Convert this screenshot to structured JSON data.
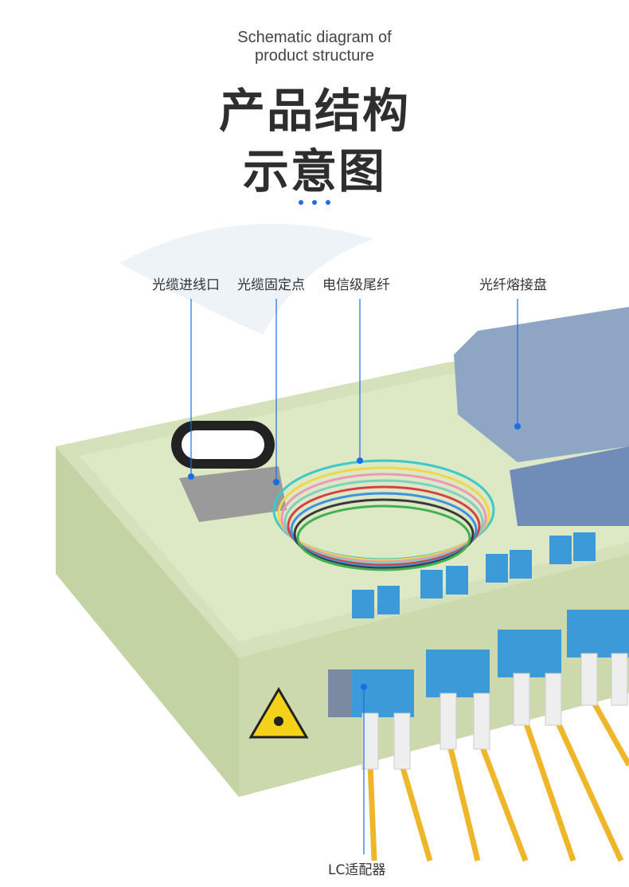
{
  "header": {
    "subtitle_en_line1": "Schematic diagram of",
    "subtitle_en_line2": "product structure",
    "title_cn_line1": "产品结构",
    "title_cn_line2": "示意图"
  },
  "labels": {
    "cable_entry": "光缆进线口",
    "cable_fixing_point": "光缆固定点",
    "telecom_pigtail": "电信级尾纤",
    "splice_tray": "光纤熔接盘",
    "lc_adapter": "LC适配器"
  },
  "colors": {
    "accent": "#1a6ce8",
    "tray": "#cfdcb0",
    "adapter": "#3d9ad8",
    "cable": "#f0b62a"
  }
}
